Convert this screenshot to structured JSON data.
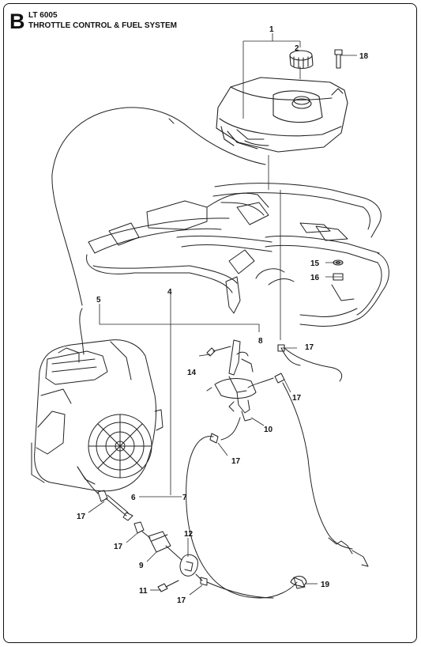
{
  "header": {
    "section_letter": "B",
    "model": "LT 6005",
    "title": "THROTTLE CONTROL & FUEL SYSTEM"
  },
  "callouts": [
    "1",
    "2",
    "18",
    "15",
    "16",
    "5",
    "4",
    "8",
    "17",
    "14",
    "17",
    "10",
    "17",
    "17",
    "6",
    "7",
    "17",
    "12",
    "9",
    "11",
    "17",
    "19"
  ]
}
